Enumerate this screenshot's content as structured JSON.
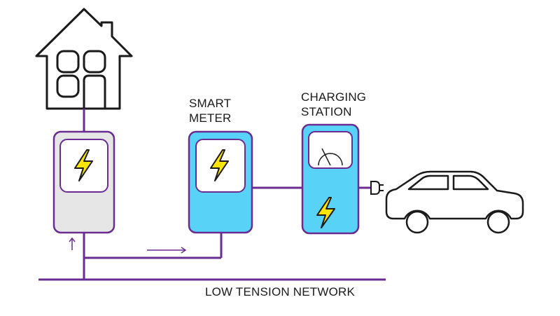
{
  "labels": {
    "smart_meter": [
      "SMART",
      "METER"
    ],
    "charging_station": [
      "CHARGING",
      "STATION"
    ],
    "network": "LOW TENSION NETWORK"
  },
  "colors": {
    "line": "#6a2c91",
    "meter_box": "#e6e6e6",
    "smart_box": "#58d3f7",
    "bolt": "#ffe500",
    "outline": "#1a1a1a"
  },
  "icons": [
    "house-icon",
    "bolt-icon",
    "car-icon",
    "plug-icon",
    "gauge-icon"
  ]
}
